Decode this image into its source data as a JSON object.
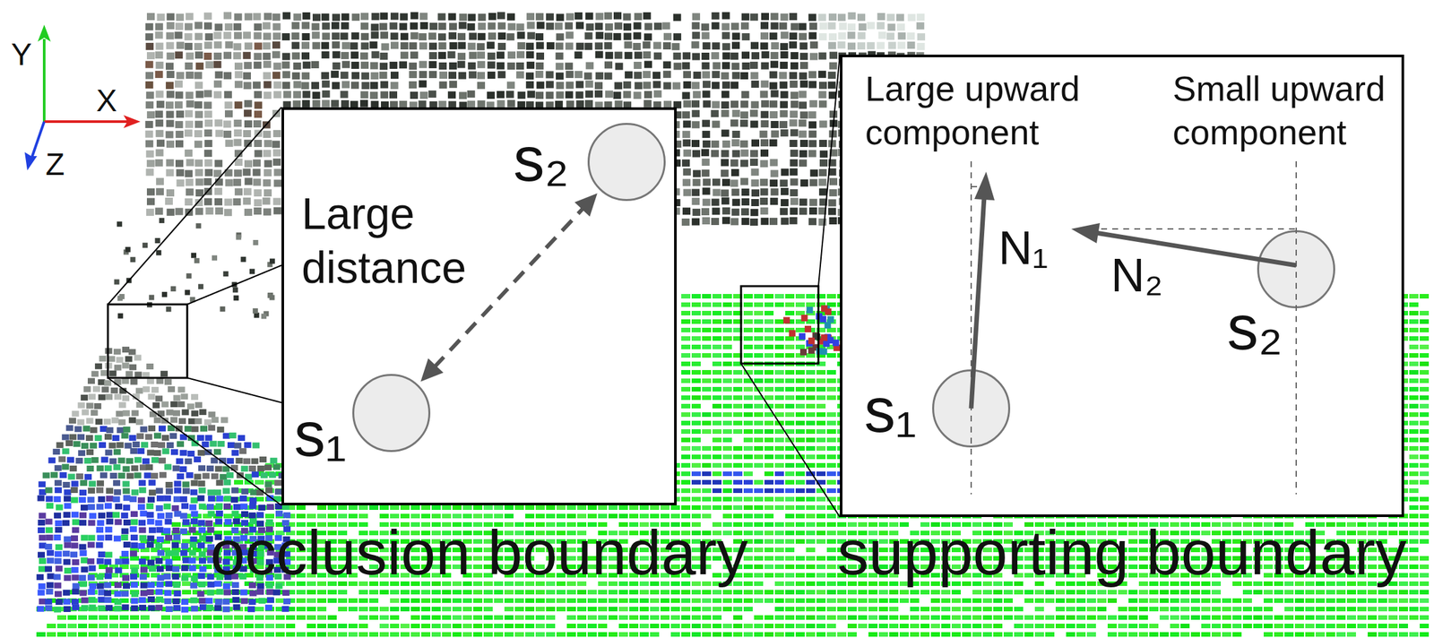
{
  "diagram": {
    "nodes": [
      {
        "text": [
          "Large distance",
          "occlusion boundary"
        ]
      },
      {
        "text": [
          "s₂"
        ],
        "in": 0
      },
      {
        "text": [
          "s₁"
        ],
        "in": 0
      },
      {
        "text": [
          "Large upward component",
          "Small upward component",
          "supporting boundary"
        ]
      },
      {
        "text": [
          "s₁"
        ],
        "in": 3
      },
      {
        "text": [
          "s₂"
        ],
        "in": 3
      }
    ],
    "edges": [
      {
        "from": 2,
        "to": 1,
        "arrow": "both"
      }
    ],
    "labels": [
      "Y",
      "X",
      "Z",
      "N₁",
      "N₂"
    ]
  }
}
